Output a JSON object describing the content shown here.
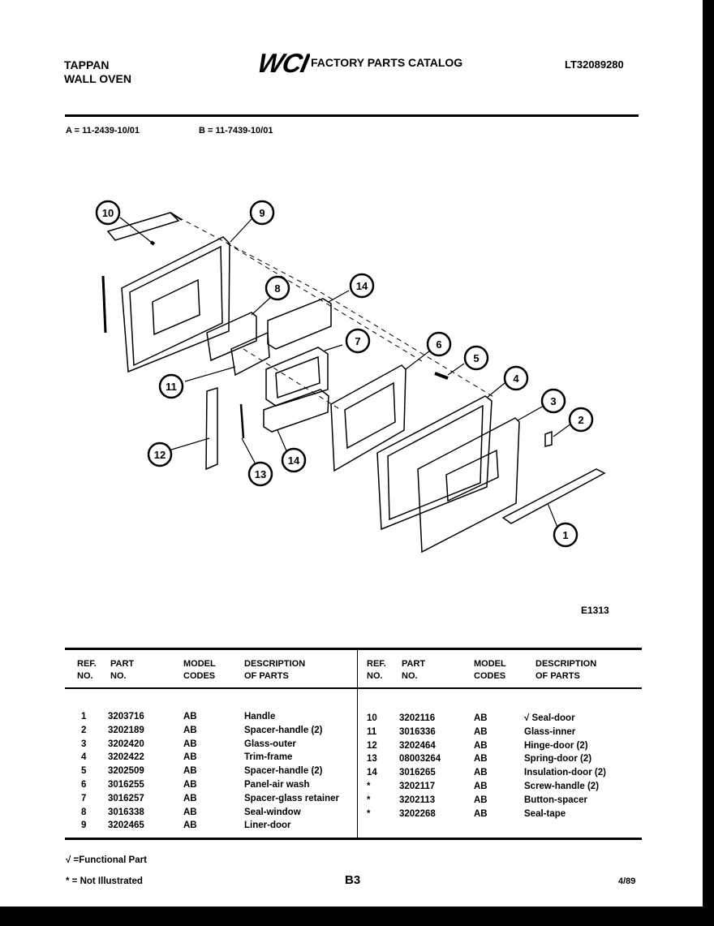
{
  "header": {
    "brand_line1": "TAPPAN",
    "brand_line2": "WALL OVEN",
    "logo_text": "WCI",
    "catalog_title": "FACTORY PARTS CATALOG",
    "catalog_number": "LT32089280"
  },
  "models": {
    "a": "A = 11-2439-10/01",
    "b": "B = 11-7439-10/01"
  },
  "diagram": {
    "id": "E1313",
    "callouts": [
      "1",
      "2",
      "3",
      "4",
      "5",
      "6",
      "7",
      "8",
      "9",
      "10",
      "11",
      "12",
      "13",
      "14",
      "14"
    ]
  },
  "table": {
    "headers": {
      "ref_line1": "REF.",
      "ref_line2": "NO.",
      "part_line1": "PART",
      "part_line2": "NO.",
      "model_line1": "MODEL",
      "model_line2": "CODES",
      "desc_line1": "DESCRIPTION",
      "desc_line2": "OF PARTS"
    },
    "left": [
      {
        "ref": "1",
        "part": "3203716",
        "code": "AB",
        "desc": "Handle"
      },
      {
        "ref": "2",
        "part": "3202189",
        "code": "AB",
        "desc": "Spacer-handle (2)"
      },
      {
        "ref": "3",
        "part": "3202420",
        "code": "AB",
        "desc": "Glass-outer"
      },
      {
        "ref": "4",
        "part": "3202422",
        "code": "AB",
        "desc": "Trim-frame"
      },
      {
        "ref": "5",
        "part": "3202509",
        "code": "AB",
        "desc": "Spacer-handle (2)"
      },
      {
        "ref": "6",
        "part": "3016255",
        "code": "AB",
        "desc": "Panel-air wash"
      },
      {
        "ref": "7",
        "part": "3016257",
        "code": "AB",
        "desc": "Spacer-glass retainer"
      },
      {
        "ref": "8",
        "part": "3016338",
        "code": "AB",
        "desc": "Seal-window"
      },
      {
        "ref": "9",
        "part": "3202465",
        "code": "AB",
        "desc": "Liner-door"
      }
    ],
    "right": [
      {
        "ref": "10",
        "part": "3202116",
        "code": "AB",
        "desc": "√ Seal-door"
      },
      {
        "ref": "11",
        "part": "3016336",
        "code": "AB",
        "desc": "Glass-inner"
      },
      {
        "ref": "12",
        "part": "3202464",
        "code": "AB",
        "desc": "Hinge-door (2)"
      },
      {
        "ref": "13",
        "part": "08003264",
        "code": "AB",
        "desc": "Spring-door (2)"
      },
      {
        "ref": "14",
        "part": "3016265",
        "code": "AB",
        "desc": "Insulation-door (2)"
      },
      {
        "ref": "*",
        "part": "3202117",
        "code": "AB",
        "desc": "Screw-handle (2)"
      },
      {
        "ref": "*",
        "part": "3202113",
        "code": "AB",
        "desc": "Button-spacer"
      },
      {
        "ref": "*",
        "part": "3202268",
        "code": "AB",
        "desc": "Seal-tape"
      }
    ]
  },
  "footer": {
    "functional_note": "√ =Functional Part",
    "not_illustrated_note": "* = Not Illustrated",
    "page_number": "B3",
    "date": "4/89"
  }
}
